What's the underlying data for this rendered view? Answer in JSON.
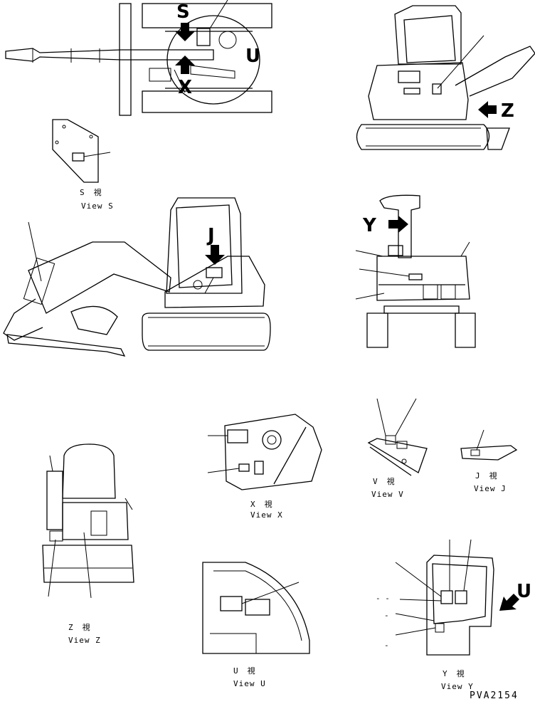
{
  "views": {
    "s": {
      "jp": "S　視",
      "en": "View S"
    },
    "x": {
      "jp": "X　視",
      "en": "View X"
    },
    "v": {
      "jp": "V　視",
      "en": "View V"
    },
    "j": {
      "jp": "J　視",
      "en": "View J"
    },
    "z": {
      "jp": "Z　視",
      "en": "View Z"
    },
    "u": {
      "jp": "U　視",
      "en": "View U"
    },
    "y": {
      "jp": "Y　視",
      "en": "View Y"
    }
  },
  "markers": {
    "s": "S",
    "x": "X",
    "u_top": "U",
    "z": "Z",
    "y": "Y",
    "j": "J",
    "u_right": "U"
  },
  "drawing_code": "PVA2154",
  "dash_marks": [
    "- -",
    "-",
    "-"
  ]
}
